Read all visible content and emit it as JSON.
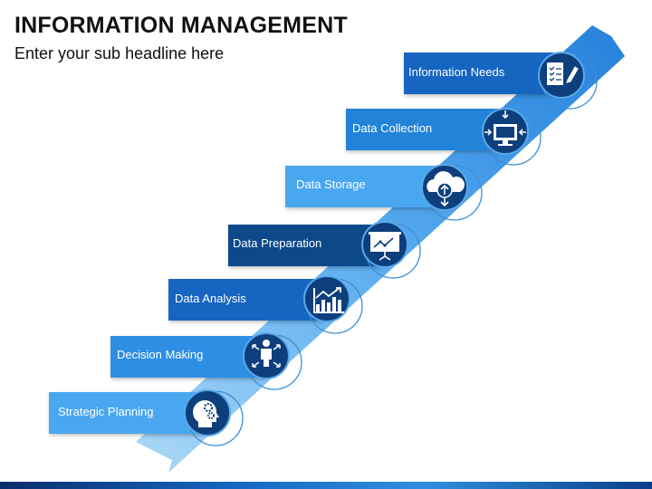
{
  "header": {
    "title": "INFORMATION MANAGEMENT",
    "subtitle": "Enter your sub headline here"
  },
  "steps": [
    {
      "label": "Information Needs",
      "icon": "checklist-document-icon",
      "color": "#1565c0"
    },
    {
      "label": "Data Collection",
      "icon": "monitor-collection-icon",
      "color": "#2384d8"
    },
    {
      "label": "Data Storage",
      "icon": "cloud-upload-icon",
      "color": "#4aa7f0"
    },
    {
      "label": "Data Preparation",
      "icon": "presentation-chart-icon",
      "color": "#0d4a8a"
    },
    {
      "label": "Data Analysis",
      "icon": "bar-chart-trend-icon",
      "color": "#1565c0"
    },
    {
      "label": "Decision Making",
      "icon": "decision-person-icon",
      "color": "#2d8ee3"
    },
    {
      "label": "Strategic Planning",
      "icon": "head-gears-icon",
      "color": "#4aa7f0"
    }
  ],
  "colors": {
    "ribbon": "#2f8fe8",
    "circle_fill": "#0d3f7d",
    "circle_ring": "#3a8fd6",
    "icon": "#ffffff"
  }
}
